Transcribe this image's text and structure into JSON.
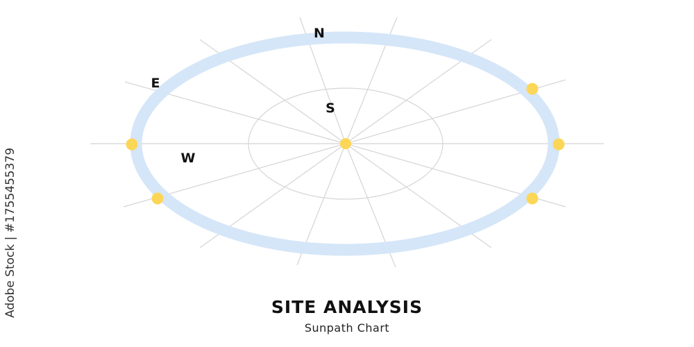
{
  "diagram": {
    "title": "SITE ANALYSIS",
    "subtitle": "Sunpath Chart",
    "compass": {
      "north": "N",
      "east": "E",
      "south": "S",
      "west": "W"
    },
    "colors": {
      "path_ring": "#d5e6f8",
      "sun_marker": "#fcd757",
      "spoke": "#d4d4d4",
      "inner_ring": "#d6d6d6",
      "text": "#111111"
    }
  },
  "watermark": {
    "id_text": "Adobe Stock | #1755455379"
  }
}
